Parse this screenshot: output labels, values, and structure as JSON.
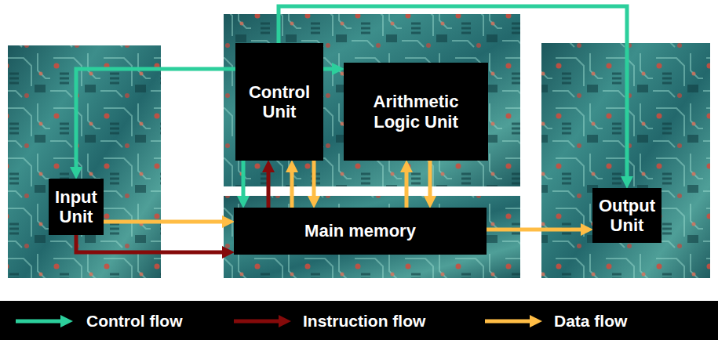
{
  "diagram": {
    "nodes": [
      {
        "text": [
          "Control Unit"
        ]
      },
      {
        "text": [
          "Arithmetic Logic Unit"
        ]
      },
      {
        "text": [
          "Input Unit"
        ]
      },
      {
        "text": [
          "Main memory"
        ]
      },
      {
        "text": [
          "Output Unit"
        ]
      }
    ],
    "edges": [
      {
        "from": 0,
        "to": 2,
        "arrow": "to"
      },
      {
        "from": 0,
        "to": 1,
        "arrow": "to"
      },
      {
        "from": 0,
        "to": 4,
        "arrow": "to"
      },
      {
        "from": 0,
        "to": 3,
        "arrow": "to"
      },
      {
        "from": 3,
        "to": 0,
        "arrow": "to"
      },
      {
        "from": 3,
        "to": 0,
        "arrow": "to"
      },
      {
        "from": 0,
        "to": 3,
        "arrow": "to"
      },
      {
        "from": 3,
        "to": 1,
        "arrow": "to"
      },
      {
        "from": 1,
        "to": 3,
        "arrow": "to"
      },
      {
        "from": 2,
        "to": 3,
        "arrow": "to"
      },
      {
        "from": 2,
        "to": 3,
        "arrow": "to"
      },
      {
        "from": 3,
        "to": 4,
        "arrow": "to"
      }
    ],
    "legend": [
      {
        "text": "Control flow"
      },
      {
        "text": "Instruction flow"
      },
      {
        "text": "Data flow"
      }
    ]
  }
}
